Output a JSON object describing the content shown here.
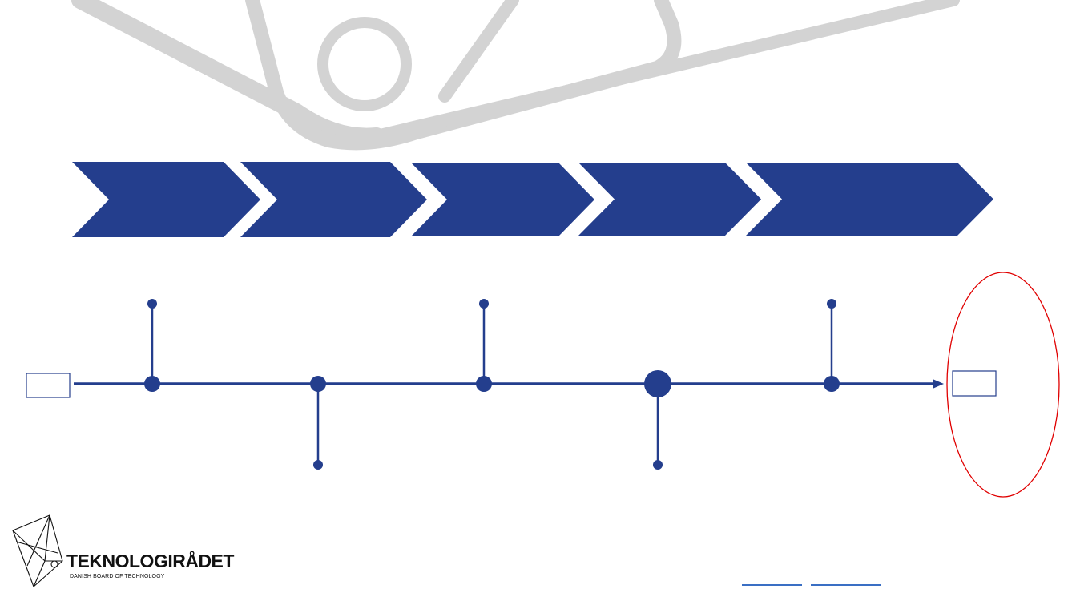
{
  "colors": {
    "primary": "#243e8d",
    "watermark": "#d3d3d3",
    "highlight": "#e00000",
    "box_border": "#243e8d",
    "link": "#3a6fc4"
  },
  "logo": {
    "name": "TEKNOLOGIRÅDET",
    "subtitle": "DANISH BOARD OF TECHNOLOGY",
    "icon": "teknologiraadet-logo-icon"
  },
  "watermark": {
    "icon": "brand-mark-watermark"
  },
  "process": {
    "steps": [
      {
        "label": ""
      },
      {
        "label": ""
      },
      {
        "label": ""
      },
      {
        "label": ""
      },
      {
        "label": ""
      }
    ]
  },
  "timeline": {
    "start_label": "",
    "end_label": "",
    "milestones": [
      {
        "direction": "up",
        "label": "",
        "major": false
      },
      {
        "direction": "down",
        "label": "",
        "major": false
      },
      {
        "direction": "up",
        "label": "",
        "major": false
      },
      {
        "direction": "down",
        "label": "",
        "major": true
      },
      {
        "direction": "up",
        "label": "",
        "major": false
      }
    ]
  }
}
